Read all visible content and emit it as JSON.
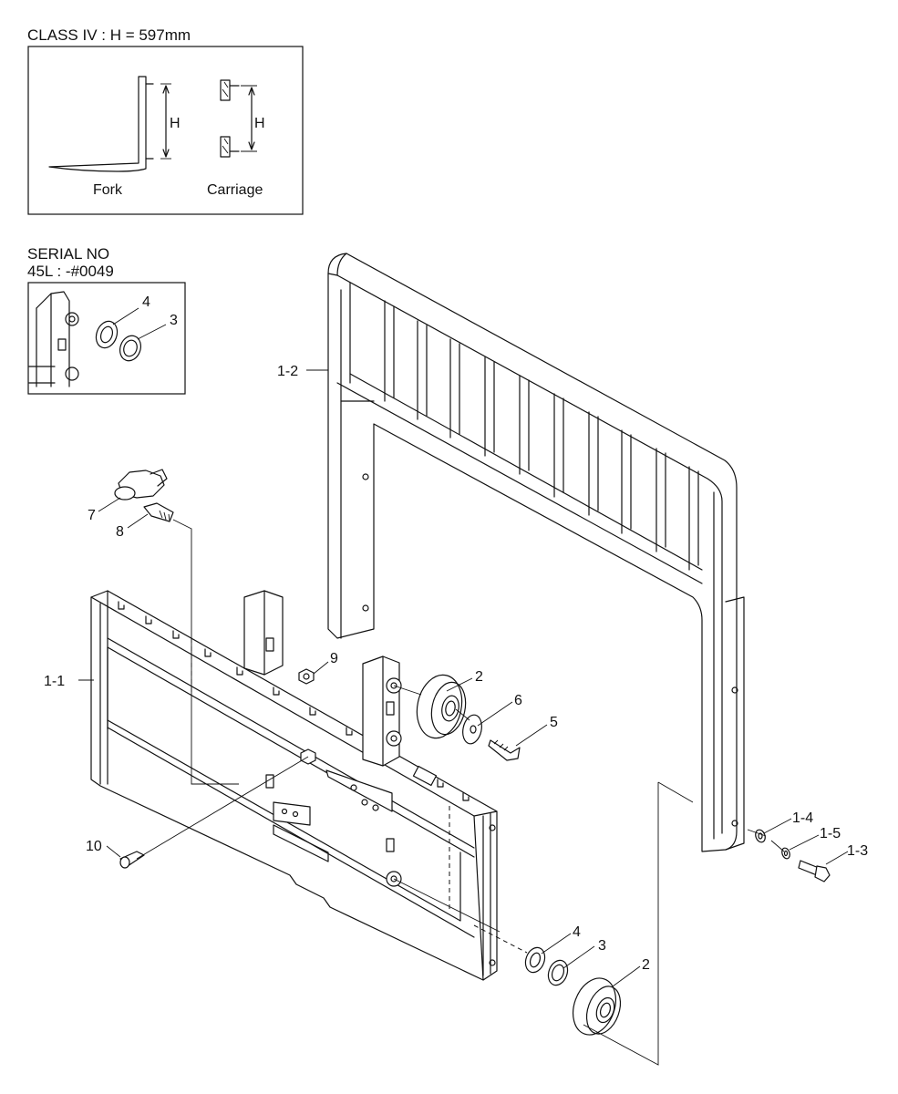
{
  "class_note": {
    "title": "CLASS IV : H = 597mm",
    "h_label_fork": "H",
    "h_label_carriage": "H",
    "fork_caption": "Fork",
    "carriage_caption": "Carriage"
  },
  "serial_note": {
    "line1": "SERIAL NO",
    "line2": "45L : -#0049",
    "callouts": [
      "4",
      "3"
    ]
  },
  "callouts": {
    "c1_2": "1-2",
    "c1_1": "1-1",
    "c7": "7",
    "c8": "8",
    "c9": "9",
    "c2_top": "2",
    "c6": "6",
    "c5": "5",
    "c10": "10",
    "c1_4": "1-4",
    "c1_5": "1-5",
    "c1_3": "1-3",
    "c4_bottom": "4",
    "c3_bottom": "3",
    "c2_bottom": "2"
  }
}
